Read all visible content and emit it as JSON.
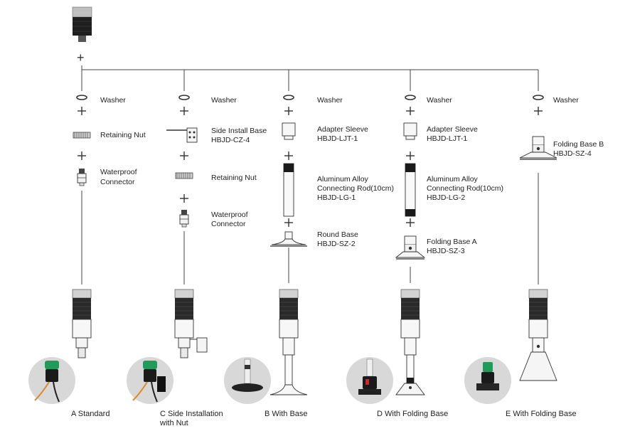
{
  "columns": [
    {
      "parts": [
        {
          "id": "washer",
          "name": "Washer"
        },
        {
          "id": "nut",
          "name": "Retaining Nut"
        },
        {
          "id": "connector",
          "name": "Waterproof",
          "name2": "Connector"
        }
      ],
      "caption": "A  Standard"
    },
    {
      "parts": [
        {
          "id": "washer",
          "name": "Washer"
        },
        {
          "id": "bracket",
          "name": "Side Install Base",
          "code": "HBJD-CZ-4"
        },
        {
          "id": "nut",
          "name": "Retaining Nut"
        },
        {
          "id": "connector",
          "name": "Waterproof",
          "name2": "Connector"
        }
      ],
      "caption": "C  Side Installation",
      "caption2": "with Nut"
    },
    {
      "parts": [
        {
          "id": "washer",
          "name": "Washer"
        },
        {
          "id": "sleeve",
          "name": "Adapter Sleeve",
          "code": "HBJD-LJT-1"
        },
        {
          "id": "rod",
          "name": "Aluminum Alloy",
          "name2": "Connecting Rod(10cm)",
          "code": "HBJD-LG-1"
        },
        {
          "id": "roundbase",
          "name": "Round Base",
          "code": "HBJD-SZ-2"
        }
      ],
      "caption": "B  With Base"
    },
    {
      "parts": [
        {
          "id": "washer",
          "name": "Washer"
        },
        {
          "id": "sleeve",
          "name": "Adapter Sleeve",
          "code": "HBJD-LJT-1"
        },
        {
          "id": "rod",
          "name": "Aluminum Alloy",
          "name2": "Connecting Rod(10cm)",
          "code": "HBJD-LG-2"
        },
        {
          "id": "foldA",
          "name": "Folding Base A",
          "code": "HBJD-SZ-3"
        }
      ],
      "caption": "D  With Folding Base"
    },
    {
      "parts": [
        {
          "id": "washer",
          "name": "Washer"
        },
        {
          "id": "foldB",
          "name": "Folding Base B",
          "code": "HBJD-SZ-4"
        }
      ],
      "caption": "E  With Folding Base"
    }
  ],
  "colors": {
    "line": "#444444",
    "lamp_body": "#2a2a2a",
    "metal": "#e6e6e6",
    "photo_bg": "#d8d8d8",
    "green_cap": "#1e9c5a",
    "cable_orange": "#d88a2a"
  }
}
